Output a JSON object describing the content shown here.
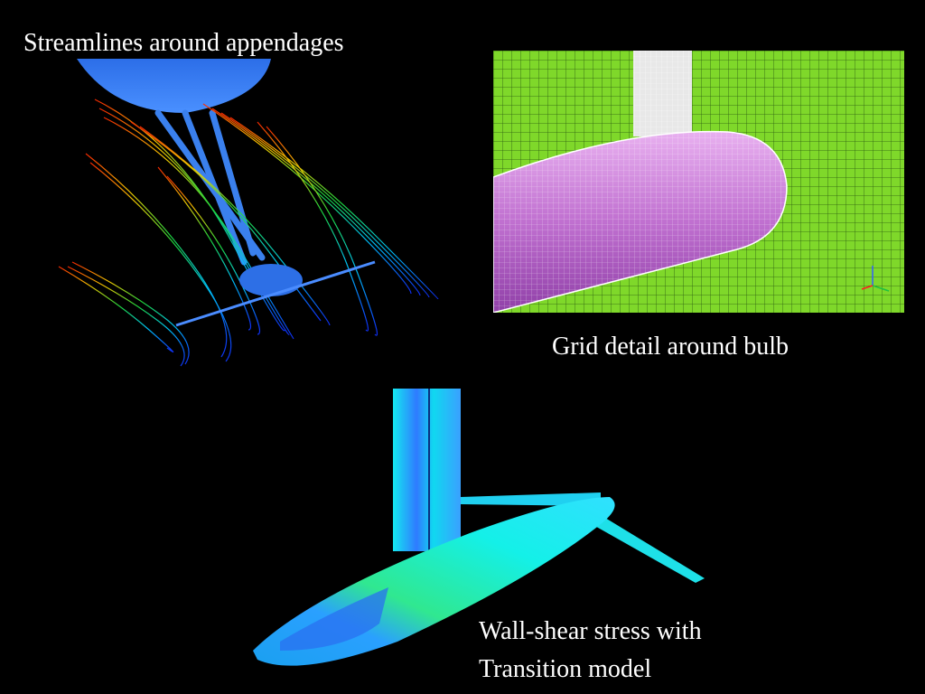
{
  "captions": {
    "streamlines": "Streamlines around appendages",
    "grid": "Grid detail around bulb",
    "shear_line1": "Wall-shear stress with",
    "shear_line2": "Transition model"
  },
  "colors": {
    "background": "#000000",
    "caption_text": "#ffffff",
    "grid_background": "#7fd82a",
    "bulb_mesh": "#c070d0",
    "hull_blue": "#3a7ef0",
    "shear_cyan": "#18f0f0",
    "shear_green": "#2ee890"
  }
}
